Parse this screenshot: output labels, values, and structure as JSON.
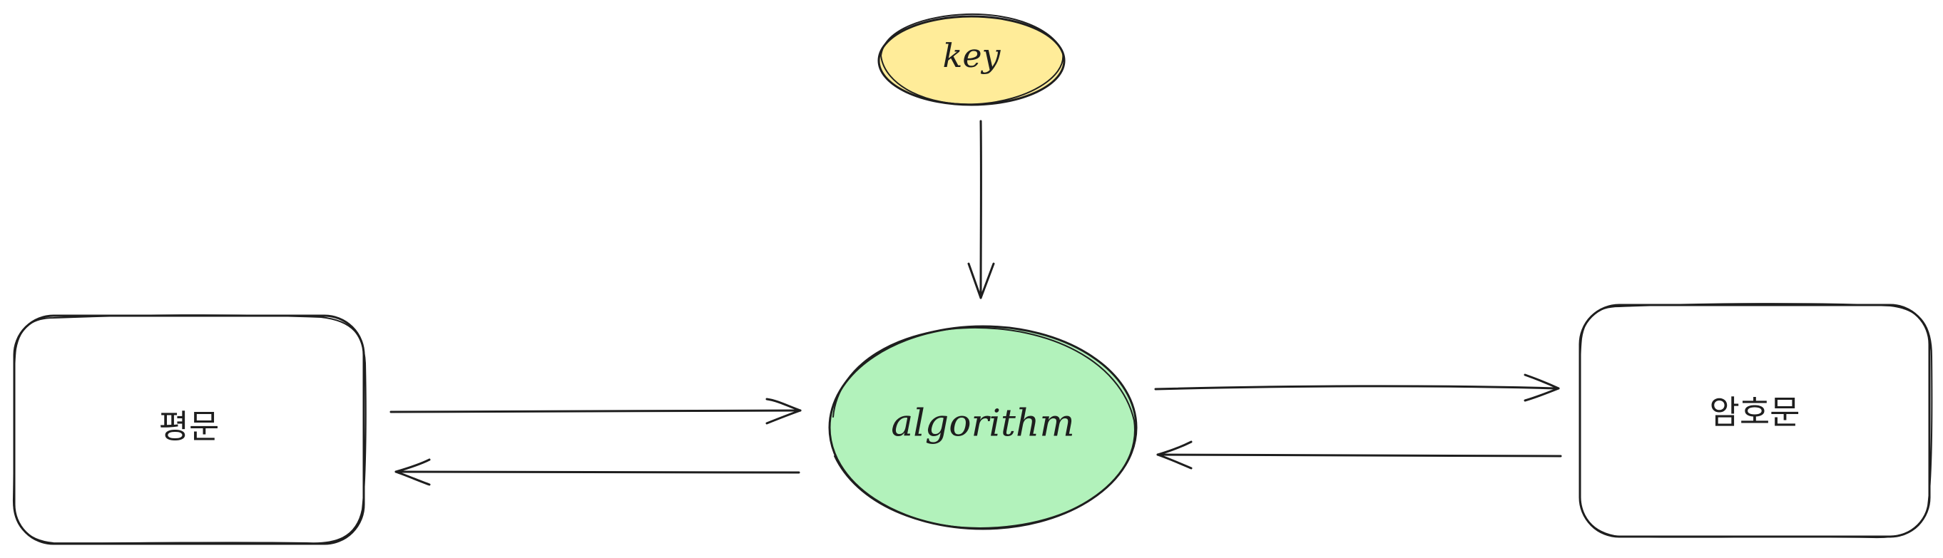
{
  "nodes": {
    "key": {
      "label": "key",
      "fill": "#ffec99"
    },
    "algorithm": {
      "label": "algorithm",
      "fill": "#b2f2bb"
    },
    "plaintext": {
      "label": "평문",
      "fill": "#ffffff"
    },
    "ciphertext": {
      "label": "암호문",
      "fill": "#ffffff"
    }
  },
  "colors": {
    "stroke": "#1e1e1e",
    "background": "#ffffff"
  }
}
